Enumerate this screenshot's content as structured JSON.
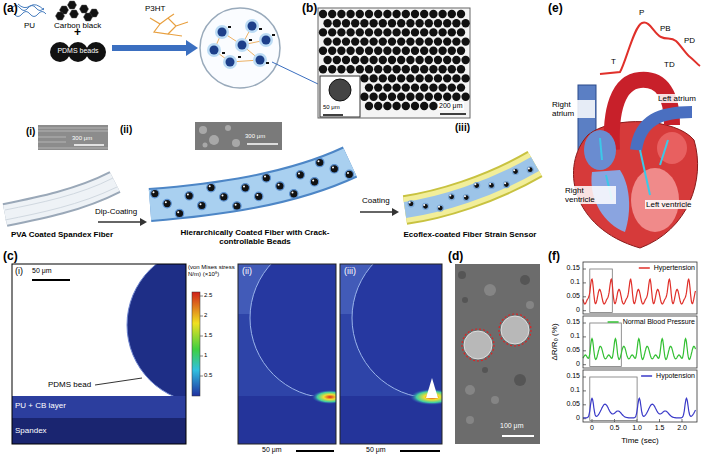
{
  "diagram": {
    "labels": [
      "(a)",
      "PU",
      "Carbon black",
      "P3HT",
      "+",
      "PDMS beads",
      "(b)",
      "50 μm",
      "200 μm",
      "(i)",
      "300 μm",
      "(ii)",
      "300 μm",
      "(iii)",
      "PVA Coated Spandex Fiber",
      "Dip-Coating",
      "Hierarchically Coated Fiber with Crack-controllable Beads",
      "Coating",
      "Ecoflex-coated Fiber Strain Sensor",
      "(c)",
      "(i)",
      "50 μm",
      "PDMS bead",
      "PU + CB layer",
      "Spandex",
      "(von Mises stress N/m) (×10⁸)",
      "2.5",
      "2",
      "1.5",
      "1",
      "0.5",
      "(ii)",
      "50 μm",
      "(iii)",
      "50 μm",
      "(d)",
      "100 μm",
      "(e)",
      "T",
      "P",
      "PB",
      "PD",
      "TD",
      "Right atrium",
      "Left atrium",
      "Right ventricle",
      "Left ventricle",
      "(f)",
      "ΔR/R₀ (%)",
      "0.15",
      "0.1",
      "0.05",
      "0",
      "0.15",
      "0.1",
      "0.05",
      "0",
      "0.15",
      "0.1",
      "0.05",
      "0",
      "0",
      "0.5",
      "1.0",
      "1.5",
      "2.0",
      "Time (sec)"
    ],
    "legend": [
      {
        "text": "Hypertension"
      },
      {
        "text": "Normal Blood Pressure"
      },
      {
        "text": "Hypotension"
      }
    ]
  }
}
